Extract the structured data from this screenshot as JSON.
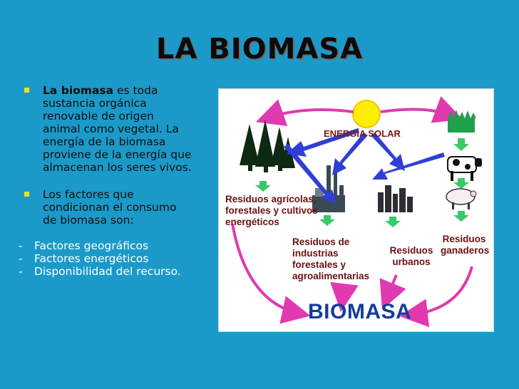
{
  "slide": {
    "title": "LA BIOMASA",
    "bullet1_bold": "La biomasa",
    "bullet1_rest": " es toda sustancia orgánica renovable de origen animal como vegetal. La energía  de la biomasa proviene de la energía que almacenan los seres vivos.",
    "bullet2": "Los factores que condicionan el consumo de biomasa son:",
    "factors": [
      "Factores geográficos",
      "Factores energéticos",
      "Disponibilidad del recurso."
    ],
    "dash": "-"
  },
  "diagram": {
    "solar": "ENERGÍA SOLAR",
    "residuos_agricolas": "Residuos agrícolas, forestales y cultivos energéticos",
    "residuos_industrias": "Residuos de industrias forestales y agroalimentarias",
    "residuos_urbanos": "Residuos urbanos",
    "residuos_ganaderos": "Residuos ganaderos",
    "biomasa": "BIOMASA"
  },
  "colors": {
    "background": "#1b9ac9",
    "bullet_square": "#f4e21a",
    "arrow_cycle": "#e03ab0",
    "arrow_blue": "#2f3fd6",
    "arrow_green": "#39c96a",
    "biomasa_text": "#123d9b",
    "label_text": "#6b1010"
  }
}
